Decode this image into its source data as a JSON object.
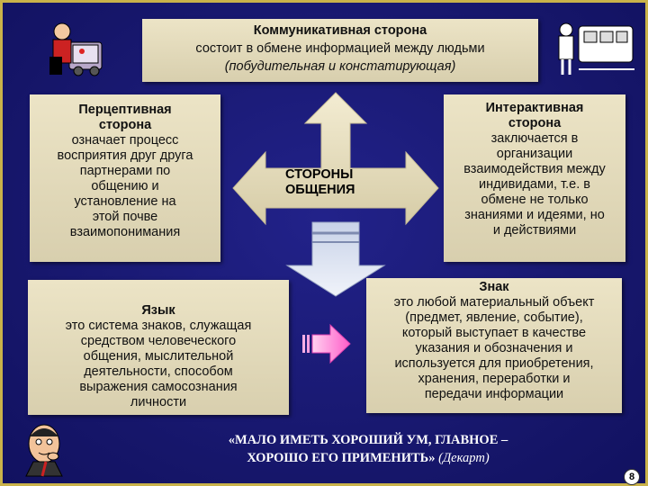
{
  "top_box": {
    "title": "Коммуникативная сторона",
    "line2": "состоит в обмене информацией между людьми",
    "line3": "(побудительная и констатирующая)"
  },
  "left_box": {
    "title1": "Перцептивная",
    "title2": "сторона",
    "lines": [
      "означает процесс",
      "восприятия друг друга",
      "партнерами по",
      "общению и",
      "установление на",
      "этой почве",
      "взаимопонимания"
    ]
  },
  "right_box": {
    "title1": "Интерактивная",
    "title2": "сторона",
    "lines": [
      "заключается в",
      "организации",
      "взаимодействия между",
      "индивидами, т.е. в",
      "обмене не только",
      "знаниями и идеями, но",
      "и действиями"
    ]
  },
  "center": {
    "line1": "СТОРОНЫ",
    "line2": "ОБЩЕНИЯ"
  },
  "lang_box": {
    "title": "Язык",
    "lines": [
      "это система знаков, служащая",
      "средством человеческого",
      "общения, мыслительной",
      "деятельности, способом",
      "выражения самосознания",
      "личности"
    ]
  },
  "sign_box": {
    "title": "Знак",
    "lines": [
      "это любой материальный объект",
      "(предмет, явление, событие),",
      "который выступает в качестве",
      "указания и обозначения и",
      "используется для приобретения,",
      "хранения, переработки и",
      "передачи информации"
    ]
  },
  "quote": {
    "line1": "«МАЛО ИМЕТЬ ХОРОШИЙ УМ, ГЛАВНОЕ –",
    "line2": "ХОРОШО ЕГО ПРИМЕНИТЬ»",
    "author": "(Декарт)"
  },
  "page_number": "8",
  "colors": {
    "background": "#1b1b78",
    "box": "#e3dbbd",
    "arrow_pink": "#ff6fd0",
    "border": "#c9b24a"
  }
}
